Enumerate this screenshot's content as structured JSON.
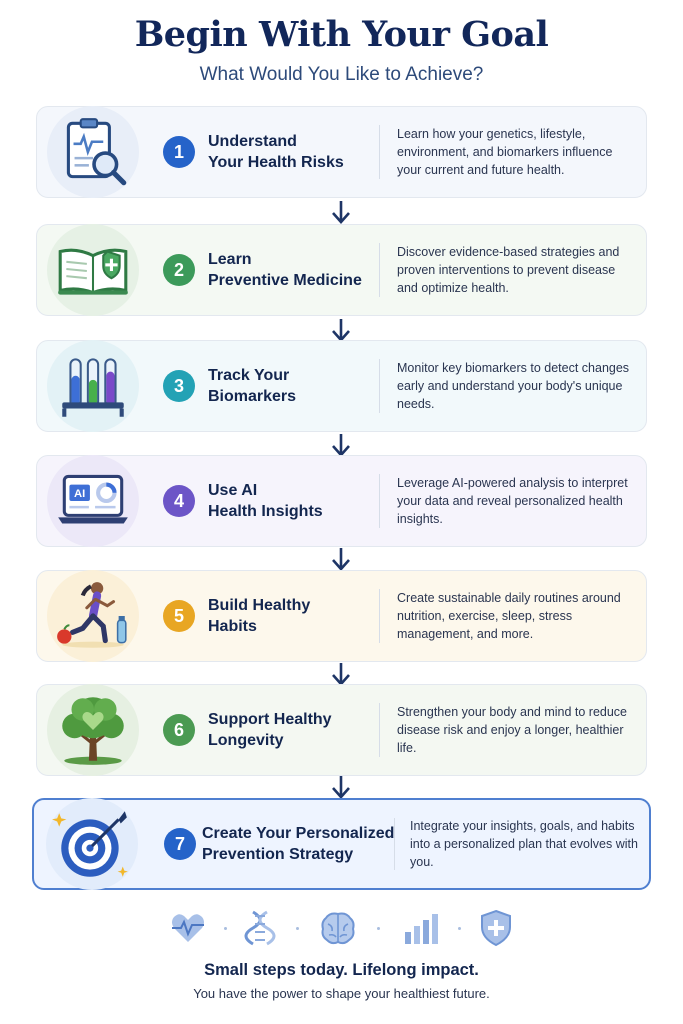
{
  "header": {
    "title": "Begin With Your Goal",
    "subtitle": "What Would You Like to Achieve?"
  },
  "steps": [
    {
      "number": "1",
      "heading": "Understand\nYour Health Risks",
      "description": "Learn how your genetics, lifestyle, environment, and biomarkers influence your current and future health.",
      "icon": "clipboard-magnifier-icon",
      "color": "#2563c9"
    },
    {
      "number": "2",
      "heading": "Learn\nPreventive Medicine",
      "description": "Discover evidence-based strategies and proven interventions to prevent disease and optimize health.",
      "icon": "open-book-shield-icon",
      "color": "#3c9a5a"
    },
    {
      "number": "3",
      "heading": "Track Your\nBiomarkers",
      "description": "Monitor key biomarkers to detect changes early and understand your body's unique needs.",
      "icon": "test-tubes-icon",
      "color": "#23a2b5"
    },
    {
      "number": "4",
      "heading": "Use AI\nHealth Insights",
      "description": "Leverage AI-powered analysis to interpret your data and reveal personalized health insights.",
      "icon": "ai-laptop-icon",
      "color": "#6c55c7"
    },
    {
      "number": "5",
      "heading": "Build Healthy\nHabits",
      "description": "Create sustainable daily routines around nutrition, exercise, sleep, stress management, and more.",
      "icon": "runner-icon",
      "color": "#e8a623"
    },
    {
      "number": "6",
      "heading": "Support Healthy\nLongevity",
      "description": "Strengthen your body and mind to reduce disease risk and enjoy a longer, healthier life.",
      "icon": "heart-tree-icon",
      "color": "#4b9a52"
    },
    {
      "number": "7",
      "heading": "Create Your Personalized\nPrevention Strategy",
      "description": "Integrate your insights, goals, and habits into a personalized plan that evolves with you.",
      "icon": "target-arrow-icon",
      "color": "#2563c9"
    }
  ],
  "footer": {
    "headline": "Small steps today. Lifelong impact.",
    "tagline": "You have the power to shape your healthiest future."
  },
  "bottom_icons": [
    "heartbeat-icon",
    "dna-icon",
    "brain-icon",
    "bar-chart-icon",
    "shield-plus-icon"
  ]
}
